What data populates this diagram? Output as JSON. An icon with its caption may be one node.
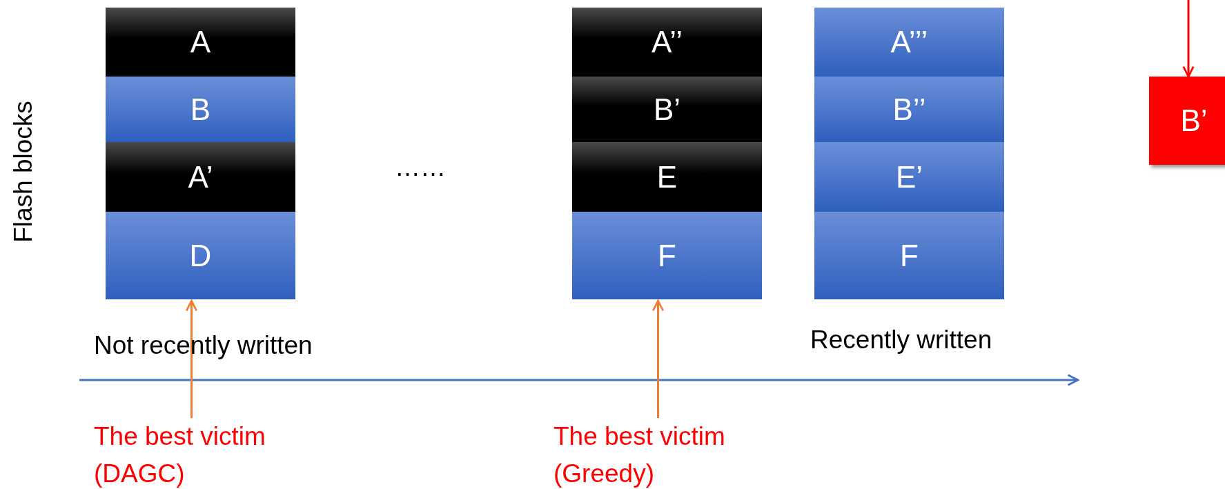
{
  "diagram": {
    "nodes": [
      {
        "text": [
          "A"
        ]
      },
      {
        "text": [
          "B"
        ]
      },
      {
        "text": [
          "A’"
        ]
      },
      {
        "text": [
          "D"
        ]
      },
      {
        "text": [
          "A’’"
        ]
      },
      {
        "text": [
          "B’"
        ]
      },
      {
        "text": [
          "E"
        ]
      },
      {
        "text": [
          "F"
        ]
      },
      {
        "text": [
          "A’’’"
        ]
      },
      {
        "text": [
          "B’’"
        ]
      },
      {
        "text": [
          "E’"
        ]
      },
      {
        "text": [
          "F"
        ]
      },
      {
        "text": [
          "B’"
        ]
      },
      {
        "text": [
          "The best victim (DAGC)"
        ]
      },
      {
        "text": [
          "The best victim (Greedy)"
        ]
      }
    ],
    "edges": [
      {
        "from": 13,
        "to": 3,
        "arrow": "to",
        "color": "#ed7d31"
      },
      {
        "from": 14,
        "to": 7,
        "arrow": "to",
        "color": "#ed7d31"
      },
      {
        "from": null,
        "to": 12,
        "arrow": "to",
        "color": "#ff0000"
      }
    ],
    "labels": [
      "Flash blocks",
      "……",
      "Not recently written",
      "Recently written"
    ]
  }
}
